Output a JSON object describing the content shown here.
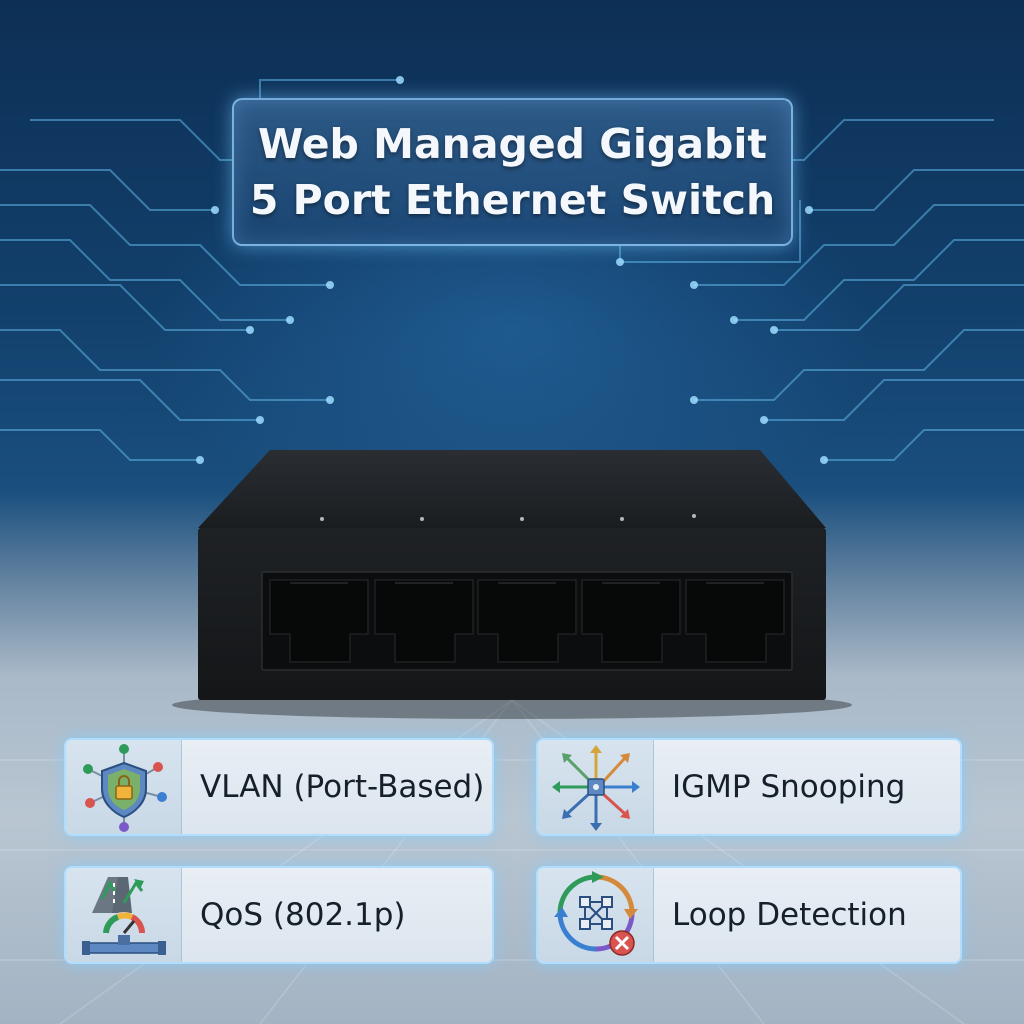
{
  "title": {
    "line1": "Web Managed Gigabit",
    "line2": "5 Port Ethernet Switch"
  },
  "features": [
    {
      "label": "VLAN (Port-Based)",
      "icon": "shield-lock-network-icon"
    },
    {
      "label": "IGMP Snooping",
      "icon": "multicast-arrows-icon"
    },
    {
      "label": "QoS (802.1p)",
      "icon": "road-gauge-pipe-icon"
    },
    {
      "label": "Loop Detection",
      "icon": "loop-cycle-error-icon"
    }
  ],
  "device": {
    "port_count": 5
  },
  "colors": {
    "accent_glow": "#8fd0ff",
    "device_body": "#1c1f22"
  }
}
